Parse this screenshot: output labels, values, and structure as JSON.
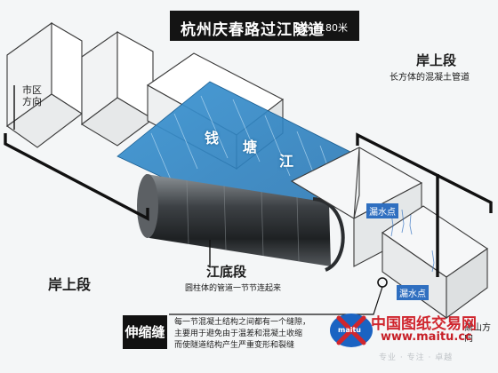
{
  "title": {
    "main": "杭州庆春路过江隧道",
    "length": "全长4180米"
  },
  "left_bank": {
    "direction": "市区方向",
    "segment": "岸上段"
  },
  "right_bank": {
    "segment": "岸上段",
    "desc": "长方体的混凝土管道",
    "direction": "萧山方向"
  },
  "river": {
    "name": [
      "钱",
      "塘",
      "江"
    ]
  },
  "under_river": {
    "segment": "江底段",
    "desc": "圆柱体的管道一节节连起来"
  },
  "leak_tags": [
    "漏水点",
    "漏水点"
  ],
  "joint": {
    "label": "伸缩缝",
    "note_lines": [
      "每一节混凝土结构之间都有一个缝隙，",
      "主要用于避免由于温差和混凝土收缩",
      "而使隧道结构产生严重变形和裂缝"
    ]
  },
  "watermark": {
    "logo": "maitu",
    "title": "中国图纸交易网",
    "url": "www.maitu.cc",
    "slogan": "专业 · 专注 · 卓越"
  },
  "colors": {
    "water": "#2c86c8",
    "tunnel": "#4b4f53",
    "frame": "#111111",
    "accent": "#d0262e"
  }
}
